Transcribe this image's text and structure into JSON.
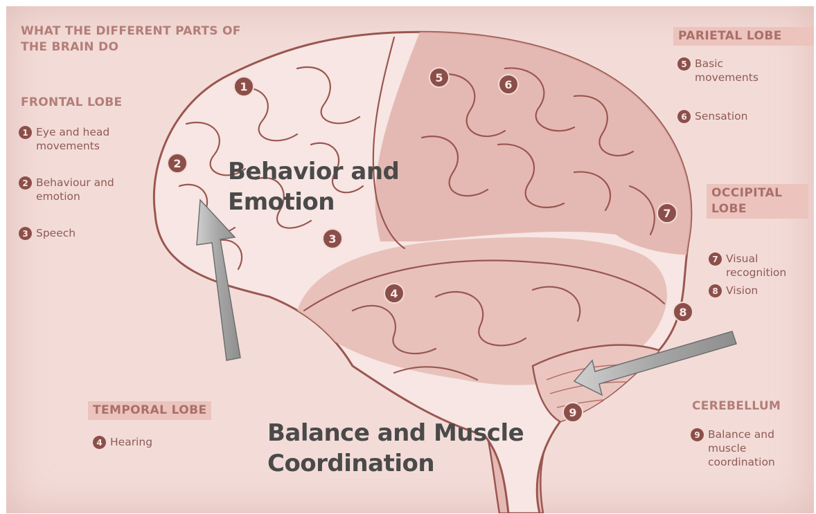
{
  "title": "WHAT THE DIFFERENT PARTS OF THE BRAIN DO",
  "sections": {
    "frontal": {
      "heading": "FRONTAL LOBE",
      "items": [
        {
          "num": "1",
          "text": "Eye and head movements"
        },
        {
          "num": "2",
          "text": "Behaviour and emotion"
        },
        {
          "num": "3",
          "text": "Speech"
        }
      ]
    },
    "temporal": {
      "heading": "TEMPORAL LOBE",
      "items": [
        {
          "num": "4",
          "text": "Hearing"
        }
      ]
    },
    "parietal": {
      "heading": "PARIETAL LOBE",
      "items": [
        {
          "num": "5",
          "text": "Basic movements"
        },
        {
          "num": "6",
          "text": "Sensation"
        }
      ]
    },
    "occipital": {
      "heading": "OCCIPITAL LOBE",
      "items": [
        {
          "num": "7",
          "text": "Visual recognition"
        },
        {
          "num": "8",
          "text": "Vision"
        }
      ]
    },
    "cerebellum": {
      "heading": "CEREBELLUM",
      "items": [
        {
          "num": "9",
          "text": "Balance and muscle coordination"
        }
      ]
    }
  },
  "brain_markers": [
    "1",
    "2",
    "3",
    "4",
    "5",
    "6",
    "7",
    "8",
    "9"
  ],
  "overlay_labels": {
    "behavior": "Behavior and Emotion",
    "balance": "Balance and Muscle Coordination"
  },
  "colors": {
    "background": "#f3dcd8",
    "brain_light": "#f7e6e3",
    "brain_shaded": "#e2b0aa",
    "outline": "#9a5650",
    "heading_text": "#b47d78",
    "heading_box": "#ecc3bd",
    "badge": "#8b4f4a",
    "overlay_text": "#4a4a4a",
    "arrow": "#a9a9a9"
  }
}
